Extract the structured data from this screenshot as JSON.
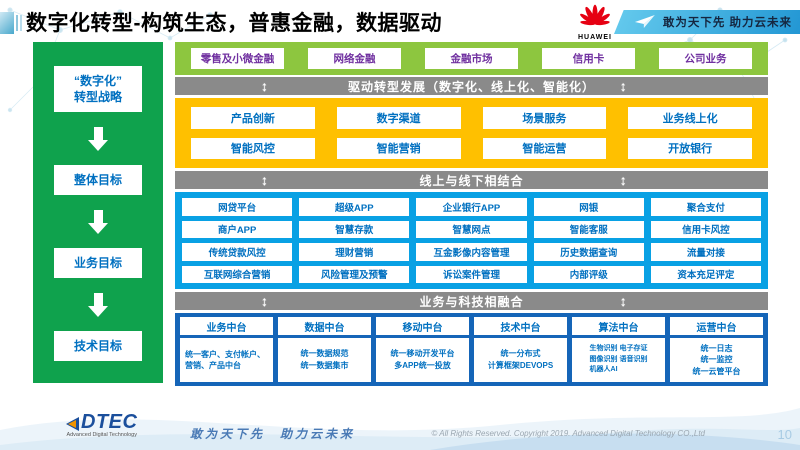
{
  "header": {
    "title": "数字化转型-构筑生态，普惠金融，数据驱动",
    "brand": "HUAWEI",
    "slogan": "敢为天下先 助力云未来"
  },
  "sidebar": {
    "items": [
      {
        "label": "“数字化”\n转型战略"
      },
      {
        "label": "整体目标"
      },
      {
        "label": "业务目标"
      },
      {
        "label": "技术目标"
      }
    ]
  },
  "main": {
    "business_lines": [
      "零售及小微金融",
      "网络金融",
      "金融市场",
      "信用卡",
      "公司业务"
    ],
    "banner1": "驱动转型发展（数字化、线上化、智能化）",
    "transform_grid": {
      "rows": [
        [
          "产品创新",
          "数字渠道",
          "场景服务",
          "业务线上化"
        ],
        [
          "智能风控",
          "智能营销",
          "智能运营",
          "开放银行"
        ]
      ]
    },
    "banner2": "线上与线下相结合",
    "channel_grid": {
      "rows": [
        [
          "网贷平台",
          "超级APP",
          "企业银行APP",
          "网银",
          "聚合支付"
        ],
        [
          "商户APP",
          "智慧存款",
          "智慧网点",
          "智能客服",
          "信用卡风控"
        ],
        [
          "传统贷款风控",
          "理财营销",
          "互金影像内容管理",
          "历史数据查询",
          "流量对接"
        ],
        [
          "互联网综合营销",
          "风险管理及预警",
          "诉讼案件管理",
          "内部评级",
          "资本充足评定"
        ]
      ]
    },
    "banner3": "业务与科技相融合",
    "platform_grid": {
      "columns": [
        {
          "header": "业务中台",
          "content": "统一客户、支付帐户、营销、产品中台"
        },
        {
          "header": "数据中台",
          "content": "统一数据规范\n统一数据集市"
        },
        {
          "header": "移动中台",
          "content": "统一移动开发平台\n多APP统一投放"
        },
        {
          "header": "技术中台",
          "content": "统一分布式\n计算框架DEVOPS"
        },
        {
          "header": "算法中台",
          "content": "生物识别 电子存证\n图像识别 语音识别\n机器人AI"
        },
        {
          "header": "运营中台",
          "content": "统一日志\n统一监控\n统一云管平台"
        }
      ]
    }
  },
  "footer": {
    "logo": "DTEC",
    "logo_sub": "Advanced Digital Technology",
    "tagline": "敢为天下先　助力云未来",
    "copyright": "© All Rights Reserved. Copyright 2019. Advanced Digital Technology CO.,Ltd",
    "page_number": "10"
  },
  "colors": {
    "sidebar_green": "#0fa24d",
    "row_green": "#8dc63f",
    "yellow": "#ffc000",
    "cyan_blue": "#09a1e4",
    "deep_blue": "#1565b8",
    "gray_banner": "#8a8a8a",
    "box_text_blue": "#0070c0",
    "business_purple": "#7030a0",
    "huawei_red": "#e60012"
  }
}
